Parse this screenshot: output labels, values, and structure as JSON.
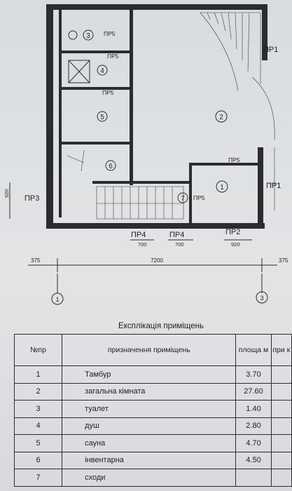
{
  "plan": {
    "openings": [
      "ПР1",
      "ПР1",
      "ПР2",
      "ПР3",
      "ПР4",
      "ПР4",
      "ПР5",
      "ПР5",
      "ПР5",
      "ПР5",
      "ПР5"
    ],
    "room_markers": [
      "1",
      "2",
      "3",
      "4",
      "5",
      "6",
      "7"
    ],
    "dims": {
      "pr4_a": "700",
      "pr4_b": "700",
      "pr2": "920",
      "left_height": "920",
      "left_offset": "375",
      "right_offset": "375",
      "total": "7200"
    },
    "axes": [
      "1",
      "3"
    ]
  },
  "table": {
    "title": "Експлікація приміщень",
    "headers": [
      "№пр",
      "призначення приміщень",
      "площа м",
      "при к"
    ],
    "rows": [
      {
        "num": "1",
        "name": "Тамбур",
        "area": "3.70"
      },
      {
        "num": "2",
        "name": "загальна кімната",
        "area": "27.60"
      },
      {
        "num": "3",
        "name": "туалет",
        "area": "1.40"
      },
      {
        "num": "4",
        "name": "душ",
        "area": "2.80"
      },
      {
        "num": "5",
        "name": "сауна",
        "area": "4.70"
      },
      {
        "num": "6",
        "name": "інвентарна",
        "area": "4.50"
      },
      {
        "num": "7",
        "name": "сходи",
        "area": ""
      }
    ]
  }
}
